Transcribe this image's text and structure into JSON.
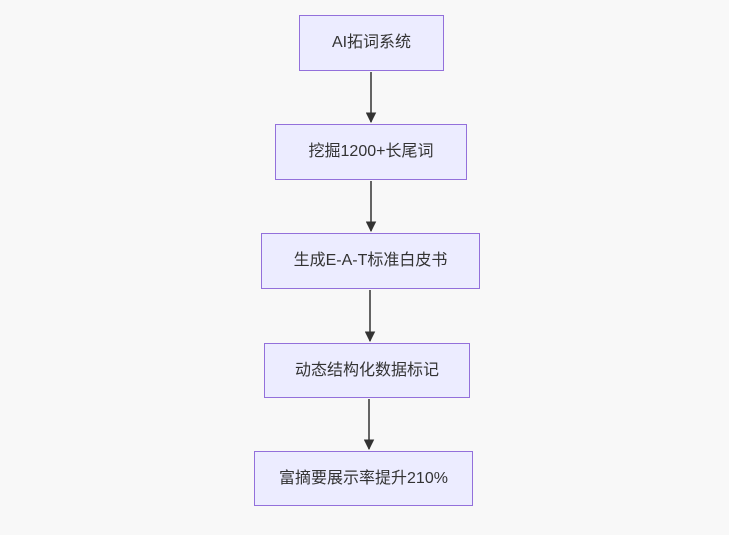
{
  "flowchart": {
    "direction": "top-down",
    "nodes": [
      {
        "id": "n1",
        "label": "AI拓词系统"
      },
      {
        "id": "n2",
        "label": "挖掘1200+长尾词"
      },
      {
        "id": "n3",
        "label": "生成E-A-T标准白皮书"
      },
      {
        "id": "n4",
        "label": "动态结构化数据标记"
      },
      {
        "id": "n5",
        "label": "富摘要展示率提升210%"
      }
    ],
    "edges": [
      {
        "from": "n1",
        "to": "n2"
      },
      {
        "from": "n2",
        "to": "n3"
      },
      {
        "from": "n3",
        "to": "n4"
      },
      {
        "from": "n4",
        "to": "n5"
      }
    ],
    "colors": {
      "node_fill": "#ECECFF",
      "node_border": "#9370DB",
      "node_text": "#333333",
      "arrow": "#333333",
      "background": "#f8f8f8"
    }
  }
}
